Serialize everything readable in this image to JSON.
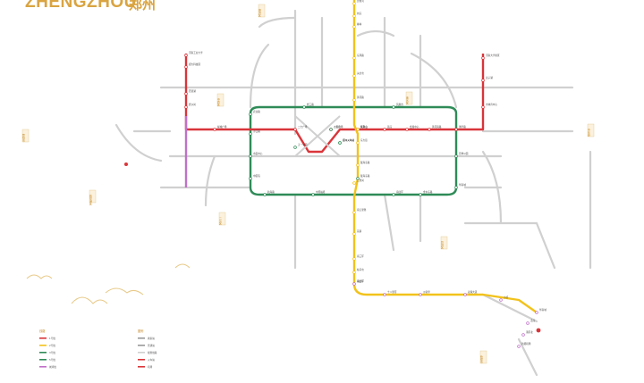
{
  "title": {
    "en": "ZHENGZHOU",
    "zh": "郑州"
  },
  "colors": {
    "line1": "#d9353a",
    "line2": "#f2c21b",
    "line3": "#2e8b57",
    "line5": "#2e8b57",
    "lineCheng": "#c070c9",
    "planned": "#d0d0d0",
    "accent": "#d9a441"
  },
  "districts": [
    {
      "name": "惠济区"
    },
    {
      "name": "金水区"
    },
    {
      "name": "中原区"
    },
    {
      "name": "二七区"
    },
    {
      "name": "管城区"
    },
    {
      "name": "中牟县"
    },
    {
      "name": "荥阳市"
    },
    {
      "name": "航空港区"
    },
    {
      "name": "新郑市"
    }
  ],
  "stations": {
    "line1": [
      "河南工业大学",
      "郑大科技园",
      "西流湖",
      "碧沙岗",
      "绿城广场",
      "二七广场",
      "人民路",
      "紫荆山",
      "燕庄",
      "会展中心",
      "黄河南路",
      "博学路",
      "市体育中心",
      "龙子湖",
      "河南大学新区"
    ],
    "line2": [
      "贾鲁河",
      "刘庄",
      "柳林",
      "东风路",
      "关虎屯",
      "黄河路",
      "紫荆山",
      "东大街",
      "陇海东路",
      "二里岗",
      "南五里堡",
      "花寨",
      "南三环",
      "站马屯",
      "南四环"
    ],
    "line3": [
      "农业路",
      "经三路",
      "凤凰台",
      "二七广场",
      "郑州火车站",
      "航海路",
      "中原福塔",
      "南四环",
      "华南城"
    ],
    "line5": [
      "沙口路",
      "市民中心",
      "中医院",
      "五一公园",
      "郑州火车站",
      "陇海东路",
      "金水东路",
      "月季公园"
    ],
    "lineCheng": [
      "南四环",
      "十八里河",
      "沙窝李",
      "双湖大道",
      "小乔",
      "华南城",
      "孟庄",
      "港区北",
      "新郑机场"
    ]
  },
  "legend": {
    "heading_lines": "线路",
    "heading_icons": "图例",
    "items": [
      "1号线",
      "2号线",
      "3号线",
      "5号线",
      "城郊线",
      "换乘站",
      "普通站",
      "规划线路",
      "火车站",
      "机场"
    ]
  }
}
